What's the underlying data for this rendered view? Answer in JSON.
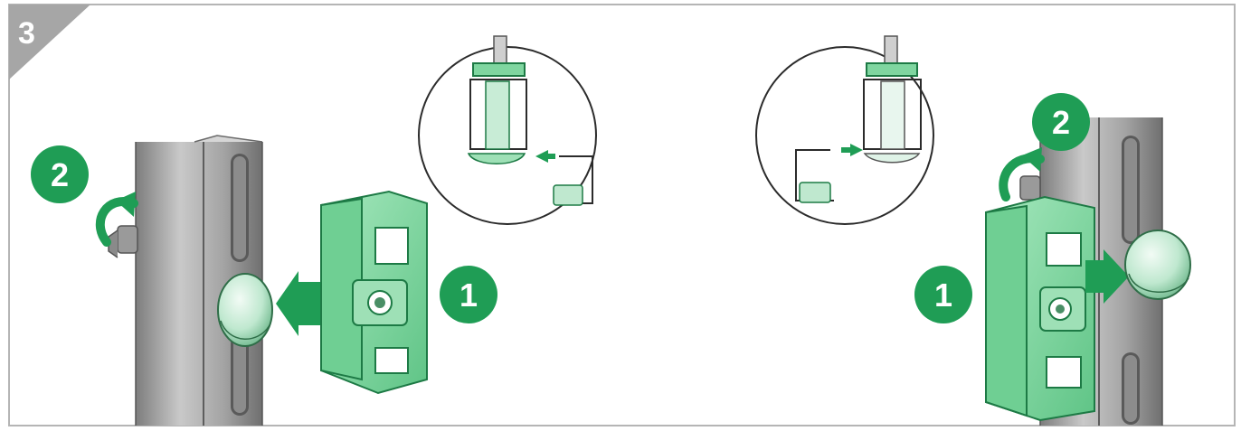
{
  "step": {
    "number": "3"
  },
  "left_panel": {
    "badge_bolt": "2",
    "badge_bracket": "1"
  },
  "right_panel": {
    "badge_bolt": "2",
    "badge_bracket": "1"
  },
  "colors": {
    "accent_green": "#1f9d55",
    "bracket_green": "#7fd6a0",
    "bracket_edge": "#1d7a45",
    "post_gray": "#9a9a9a",
    "frame_gray": "#b5b5b5"
  }
}
